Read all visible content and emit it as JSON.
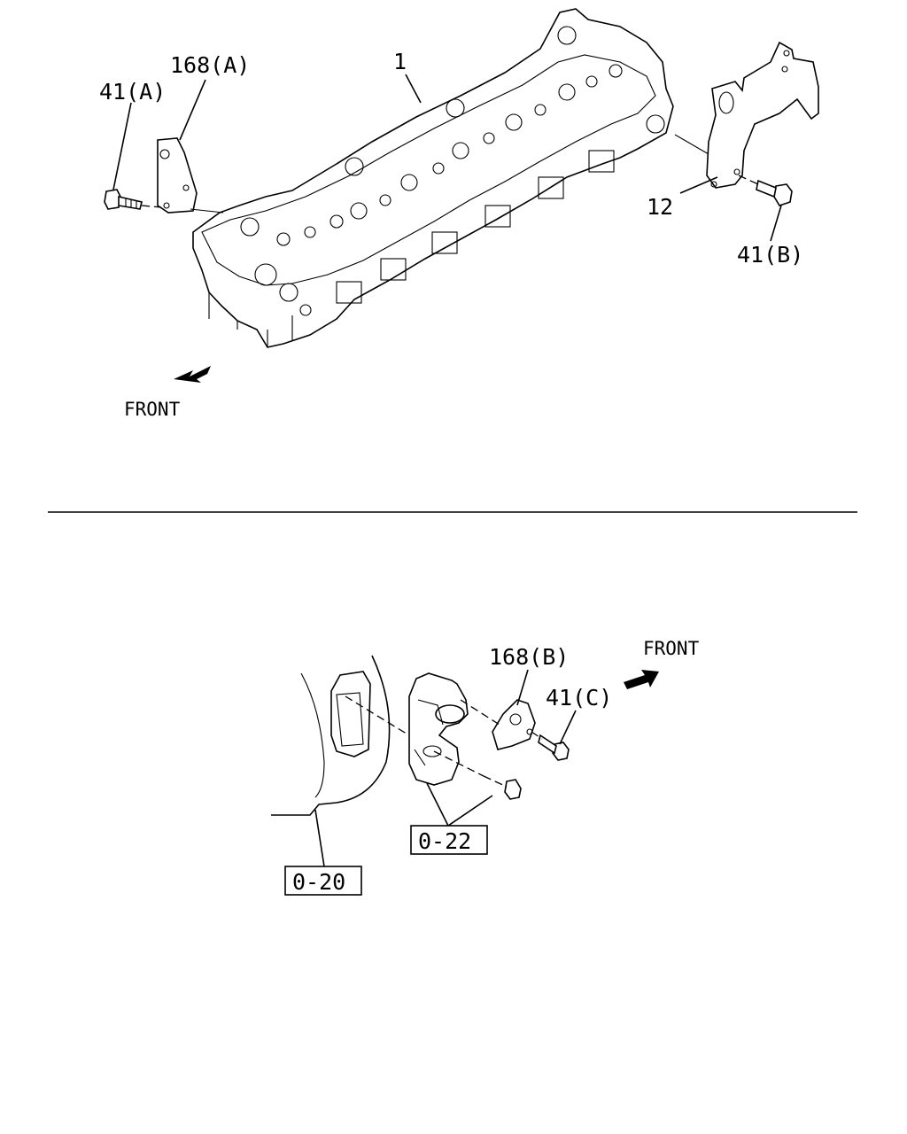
{
  "upper_view": {
    "callouts": {
      "head": "1",
      "bracket_a": "168(A)",
      "bolt_a": "41(A)",
      "plate": "12",
      "bolt_b": "41(B)"
    },
    "front_label": "FRONT"
  },
  "lower_view": {
    "callouts": {
      "bracket_b": "168(B)",
      "bolt_c": "41(C)",
      "ref_housing": "0-20",
      "ref_mount": "0-22"
    },
    "front_label": "FRONT"
  }
}
